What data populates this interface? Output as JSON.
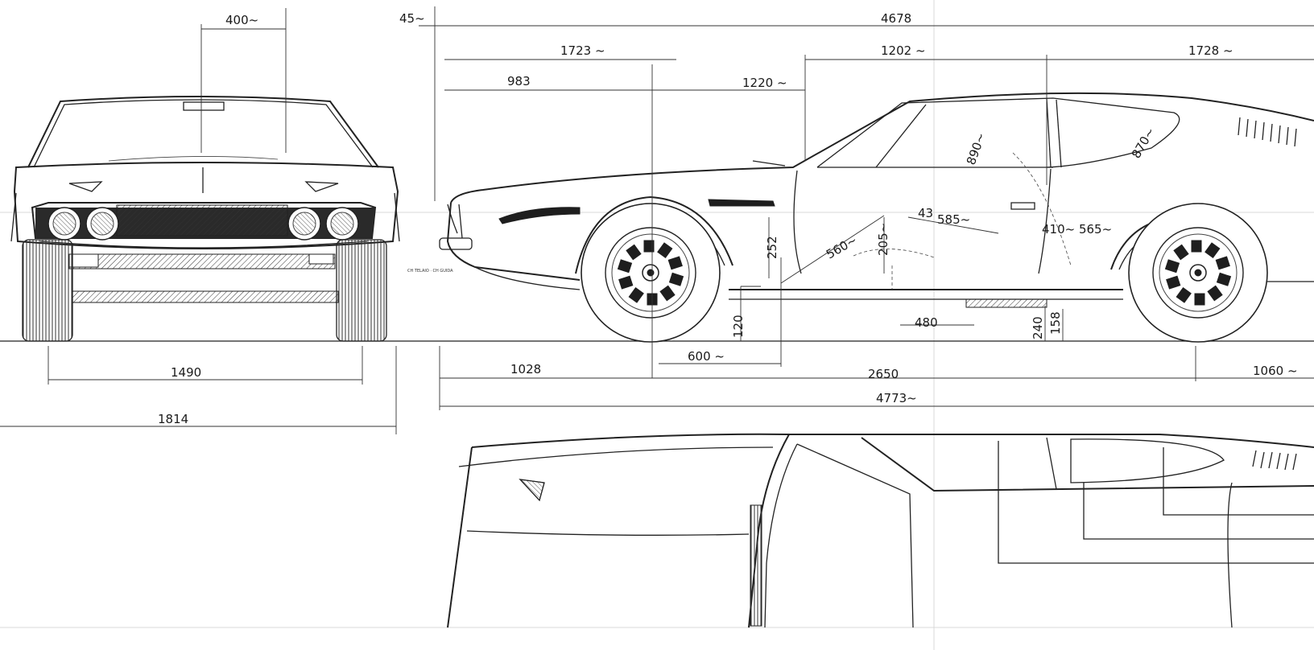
{
  "labels": {
    "front_400": "400~",
    "overhang_45": "45~",
    "length_4678": "4678",
    "d_1723": "1723 ~",
    "d_1202": "1202 ~",
    "d_1728": "1728 ~",
    "d_983": "983",
    "d_1220": "1220 ~",
    "d_890": "890~",
    "d_870": "870~",
    "d_43": "43",
    "d_585": "585~",
    "d_410_565": "410~ 565~",
    "d_560": "560~",
    "d_205": "205~",
    "d_252": "252",
    "d_120": "120",
    "d_480": "480",
    "d_240": "240",
    "d_158": "158",
    "d_600": "600 ~",
    "d_1028": "1028",
    "d_2650": "2650",
    "d_1060": "1060 ~",
    "d_4773": "4773~",
    "track_1490": "1490",
    "width_1814": "1814",
    "signature": "CH TELAIO · CH GUIDA"
  }
}
